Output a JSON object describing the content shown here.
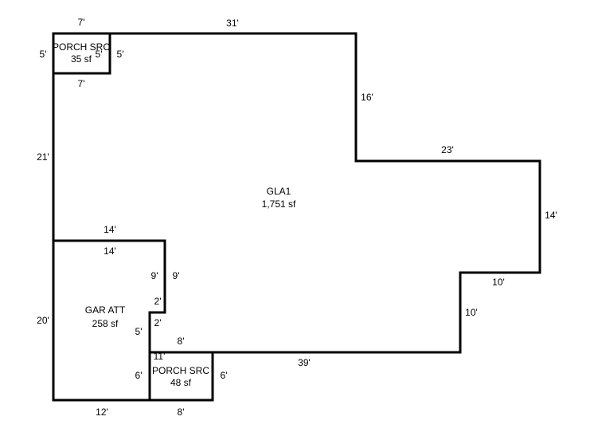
{
  "areas": {
    "gla1": {
      "name": "GLA1",
      "area": "1,751 sf"
    },
    "garage": {
      "name": "GAR ATT",
      "area": "258 sf"
    },
    "porch_top": {
      "name": "PORCH SRC",
      "area": "35 sf"
    },
    "porch_bottom": {
      "name": "PORCH SRC",
      "area": "48 sf"
    }
  },
  "dimensions": {
    "porch_top_top": "7'",
    "porch_top_bottom": "7'",
    "porch_top_left": "5'",
    "porch_top_right": "5'",
    "porch_top_inner_right": "5'",
    "gla_top": "31'",
    "gla_right_upper": "16'",
    "gla_step_top": "23'",
    "gla_right": "14'",
    "gla_step_bottom": "10'",
    "gla_right_lower": "10'",
    "gla_bottom": "39'",
    "gla_left": "21'",
    "garage_top_outer": "14'",
    "garage_top_inner": "14'",
    "garage_right_outer": "9'",
    "garage_right_inner": "9'",
    "garage_jog_outer": "2'",
    "garage_jog_inner": "2'",
    "garage_notch": "5'",
    "porch_bottom_top": "8'",
    "porch_bottom_inner_top": "11'",
    "porch_bottom_left": "6'",
    "porch_bottom_right": "6'",
    "garage_left": "20'",
    "garage_bottom": "12'",
    "porch_bottom_bottom": "8'"
  },
  "colors": {
    "line": "#000000",
    "background": "#ffffff"
  }
}
